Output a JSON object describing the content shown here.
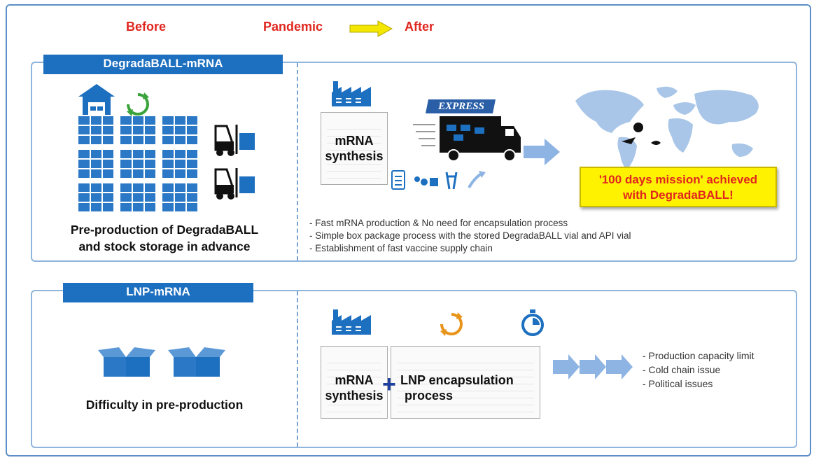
{
  "header": {
    "before": "Before",
    "pandemic": "Pandemic",
    "after": "After"
  },
  "top": {
    "tag": "DegradaBALL-mRNA",
    "caption_line1": "Pre-production of DegradaBALL",
    "caption_line2": "and stock storage in advance",
    "doc_line1": "mRNA",
    "doc_line2": "synthesis",
    "truck_label": "EXPRESS",
    "callout_line1": "'100 days mission' achieved",
    "callout_line2": "with DegradaBALL!",
    "bullets": [
      "- Fast mRNA production & No need for encapsulation process",
      "- Simple box package process with the stored DegradaBALL vial and API vial",
      "- Establishment of fast vaccine supply chain"
    ]
  },
  "bottom": {
    "tag": "LNP-mRNA",
    "caption": "Difficulty in pre-production",
    "doc1_line1": "mRNA",
    "doc1_line2": "synthesis",
    "plus": "+",
    "doc2_line1": "LNP encapsulation",
    "doc2_line2": "process",
    "bullets": [
      "- Production capacity limit",
      "- Cold chain issue",
      "- Political issues"
    ]
  },
  "colors": {
    "accent_blue": "#1d6fc0",
    "header_red": "#e0261f",
    "callout_yellow": "#fff200",
    "arrow_blue": "#8db4e2"
  },
  "icons": [
    "warehouse-icon",
    "recycle-icon",
    "forklift-icon",
    "factory-icon",
    "truck-icon",
    "world-map-icon",
    "stopwatch-icon",
    "box-icon",
    "arrow-right-icon"
  ]
}
